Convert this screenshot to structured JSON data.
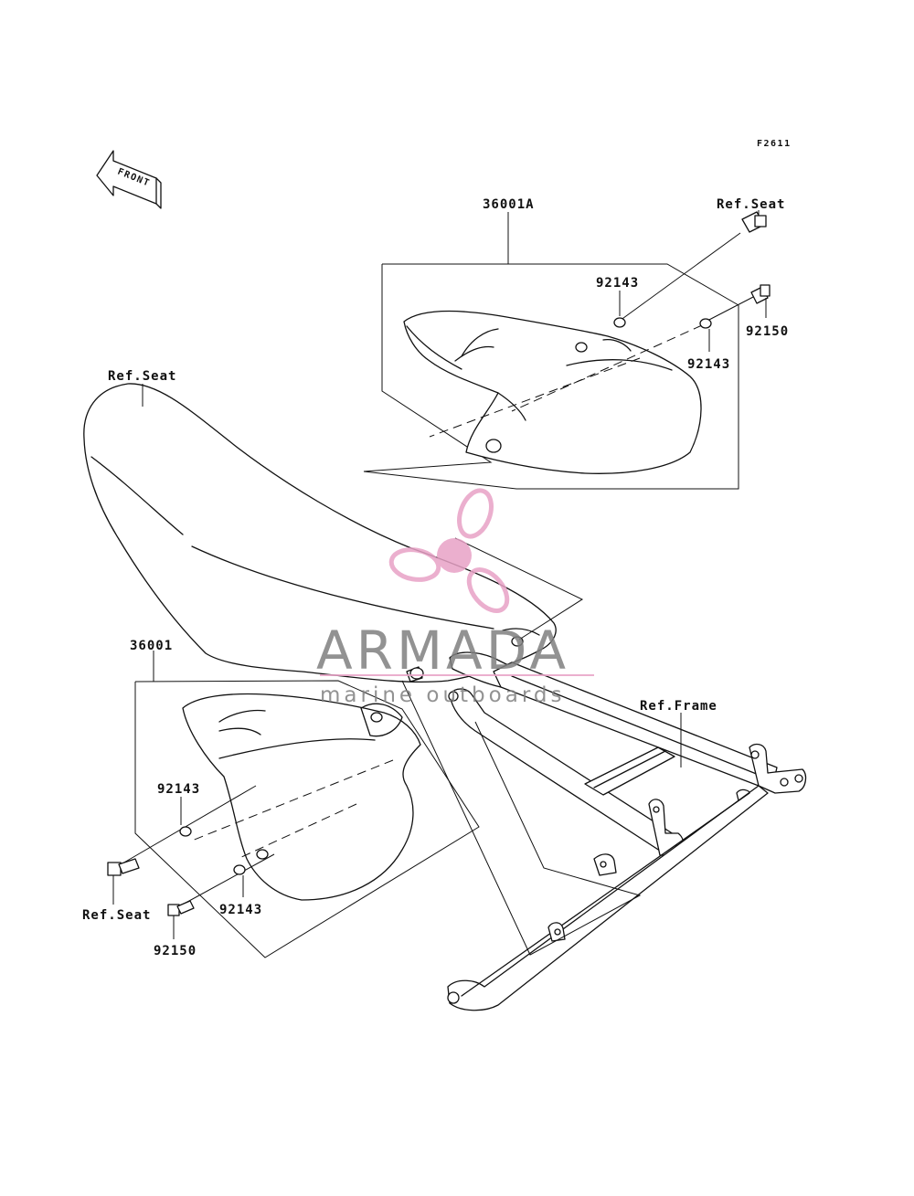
{
  "diagram": {
    "figure_code": "F2611",
    "front_arrow_label": "FRONT"
  },
  "labels": {
    "upper_cover_part": "36001A",
    "upper_ref_seat": "Ref.Seat",
    "upper_collar_a": "92143",
    "upper_collar_b": "92143",
    "upper_bolt": "92150",
    "seat_ref": "Ref.Seat",
    "lower_cover_part": "36001",
    "lower_collar_a": "92143",
    "lower_collar_b": "92143",
    "lower_ref_seat": "Ref.Seat",
    "lower_bolt": "92150",
    "frame_ref": "Ref.Frame"
  },
  "watermark": {
    "brand": "ARMADA",
    "tagline": "marine outboards",
    "logo_color": "#e8a2c6",
    "text_color": "#808080"
  }
}
